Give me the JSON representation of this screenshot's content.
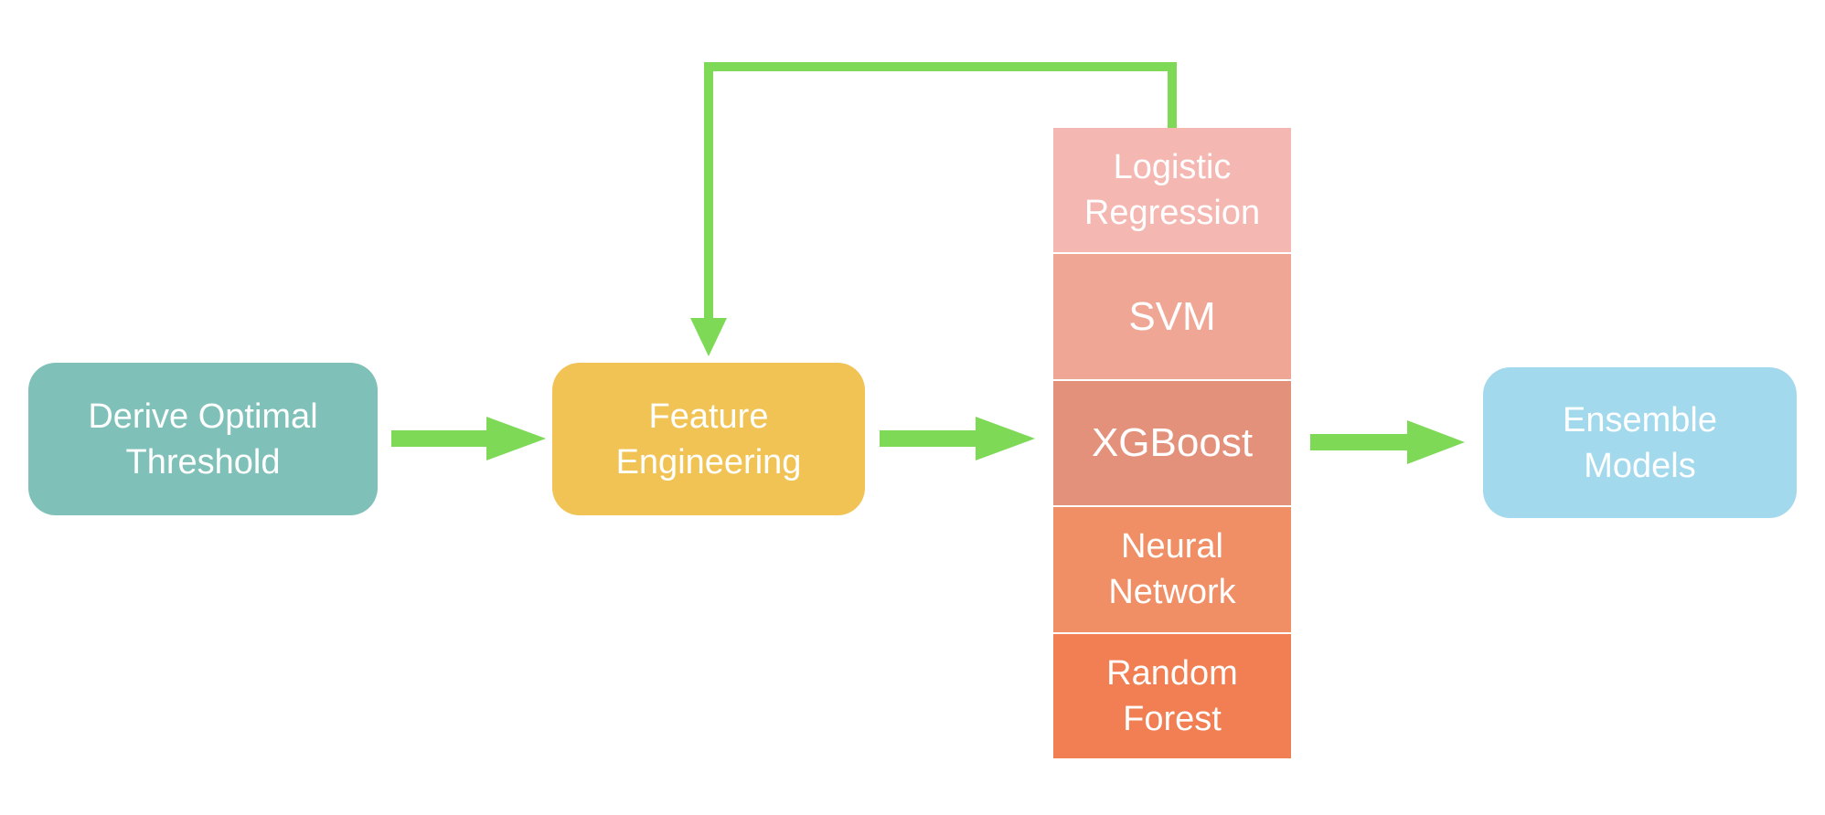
{
  "diagram": {
    "nodes": {
      "derive": {
        "lines": [
          "Derive Optimal",
          "Threshold"
        ],
        "color": "#7fc1b8"
      },
      "feature": {
        "lines": [
          "Feature",
          "Engineering"
        ],
        "color": "#f1c354"
      },
      "ensemble": {
        "lines": [
          "Ensemble",
          "Models"
        ],
        "color": "#a3d9ed"
      }
    },
    "models": [
      {
        "lines": [
          "Logistic",
          "Regression"
        ],
        "color": "#f4b7b1"
      },
      {
        "lines": [
          "SVM"
        ],
        "color": "#f0a695"
      },
      {
        "lines": [
          "XGBoost"
        ],
        "color": "#e4917b"
      },
      {
        "lines": [
          "Neural",
          "Network"
        ],
        "color": "#f08f66"
      },
      {
        "lines": [
          "Random",
          "Forest"
        ],
        "color": "#f17f53"
      }
    ],
    "edges": [
      {
        "from": "Derive Optimal Threshold",
        "to": "Feature Engineering"
      },
      {
        "from": "Feature Engineering",
        "to": "models"
      },
      {
        "from": "models",
        "to": "Ensemble Models"
      },
      {
        "from": "models",
        "to": "Feature Engineering"
      }
    ],
    "arrow_color": "#7ed957"
  }
}
